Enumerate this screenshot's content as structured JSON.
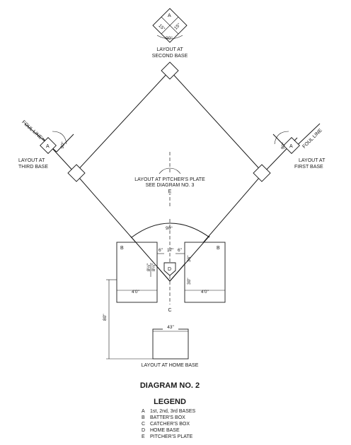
{
  "second_base_layout": {
    "label_a": "A",
    "dim_left": "15\"",
    "dim_right": "15\"",
    "angle": "90°",
    "title_line1": "LAYOUT AT",
    "title_line2": "SECOND BASE"
  },
  "third_base_layout": {
    "foul_line": "FOUL LINE",
    "label_a": "A",
    "angle": "90°",
    "title_line1": "LAYOUT AT",
    "title_line2": "THIRD BASE"
  },
  "first_base_layout": {
    "foul_line": "FOUL LINE",
    "label_a": "A",
    "angle": "90°",
    "title_line1": "LAYOUT AT",
    "title_line2": "FIRST BASE"
  },
  "pitchers_plate": {
    "line1": "LAYOUT AT PITCHER'S PLATE",
    "line2": "SEE DIAGRAM NO. 3",
    "label_e": "E"
  },
  "home_layout": {
    "angle": "90°",
    "box_left": "B",
    "box_right": "B",
    "dim_6_left": "6\"",
    "dim_17": "17\"",
    "dim_6_right": "6\"",
    "dim_8_5_a": "8½\"",
    "dim_8_5_b": "8½\"",
    "dim_36": "36\"",
    "dim_30": "30\"",
    "label_d": "D",
    "dim_4_left": "4'0\"",
    "dim_4_right": "4'0\"",
    "label_c": "C",
    "dim_80": "80\"",
    "dim_43": "43\"",
    "title": "LAYOUT AT HOME BASE"
  },
  "diagram_title": "DIAGRAM NO. 2",
  "legend": {
    "title": "LEGEND",
    "items": [
      {
        "key": "A",
        "text": "1st, 2nd, 3rd BASES"
      },
      {
        "key": "B",
        "text": "BATTER'S BOX"
      },
      {
        "key": "C",
        "text": "CATCHER'S BOX"
      },
      {
        "key": "D",
        "text": "HOME BASE"
      },
      {
        "key": "E",
        "text": "PITCHER'S PLATE"
      }
    ]
  }
}
